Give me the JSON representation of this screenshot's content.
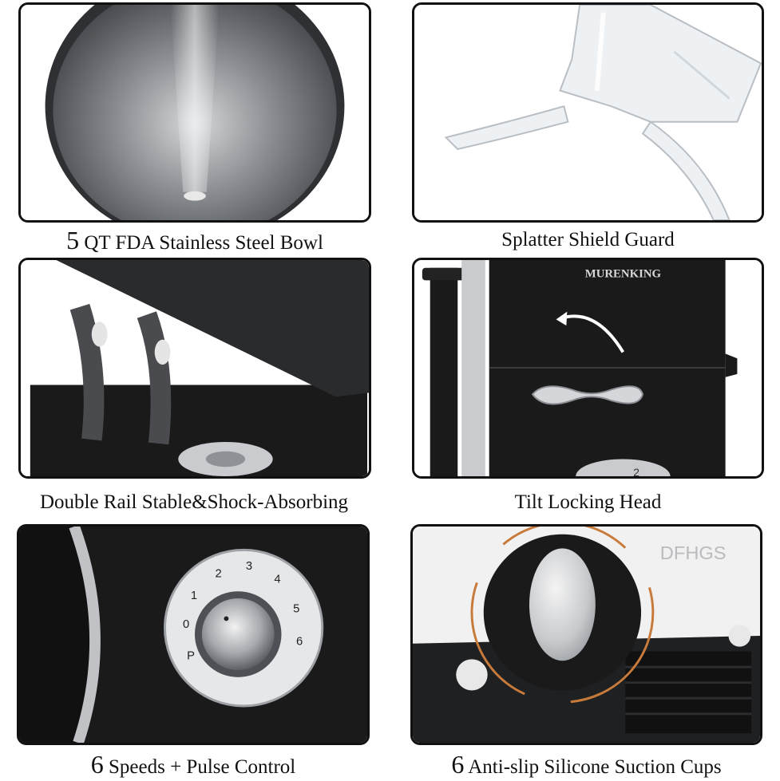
{
  "captions": [
    {
      "num": "5",
      "text": "QT FDA Stainless Steel Bowl"
    },
    {
      "num": "",
      "text": "Splatter Shield Guard"
    },
    {
      "num": "",
      "text": "Double Rail Stable&Shock-Absorbing"
    },
    {
      "num": "",
      "text": "Tilt Locking Head"
    },
    {
      "num": "6",
      "text": "Speeds + Pulse Control"
    },
    {
      "num": "6",
      "text": "Anti-slip Silicone Suction Cups"
    }
  ],
  "brand_text": "MURENKING",
  "watermark": "DFHGS",
  "dial_numbers": [
    "P",
    "0",
    "1",
    "2",
    "3",
    "4",
    "5",
    "6"
  ],
  "knob_mark": "2",
  "colors": {
    "appliance_black": "#1a1a1b",
    "steel": "#b9bcbf",
    "accent_orange": "#c87a3a",
    "border": "#111111"
  },
  "icons": [
    "steel-bowl-icon",
    "splatter-shield-icon",
    "tilt-hinge-icon",
    "lock-lever-icon",
    "speed-dial-icon",
    "suction-cup-icon"
  ]
}
